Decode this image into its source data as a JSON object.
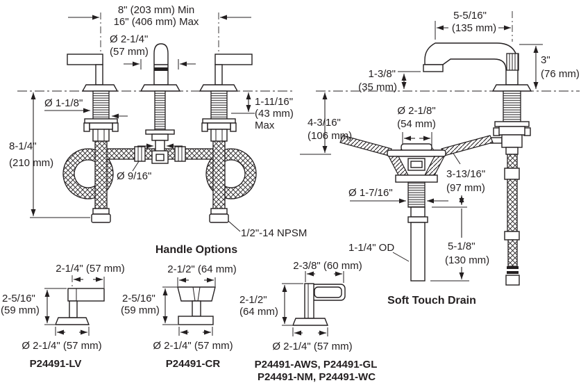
{
  "front_view": {
    "spread_min": "8\" (203 mm) Min",
    "spread_max": "16\" (406 mm) Max",
    "spout_dia_1": "Ø 2-1/4\"",
    "spout_dia_2": "(57 mm)",
    "shank_dia": "Ø 1-1/8\"",
    "deck_max_1": "1-11/16\"",
    "deck_max_2": "(43 mm)",
    "deck_max_3": "Max",
    "below_deck_1": "8-1/4\"",
    "below_deck_2": "(210 mm)",
    "supply_depth_1": "4-3/16\"",
    "supply_depth_2": "(106 mm)",
    "tee_dia": "Ø 9/16\"",
    "hose_thread": "1/2\"-14 NPSM"
  },
  "side_view": {
    "reach_1": "5-5/16\"",
    "reach_2": "(135 mm)",
    "tip_height_1": "1-3/8\"",
    "tip_height_2": "(35 mm)",
    "height_1": "3\"",
    "height_2": "(76 mm)"
  },
  "drain": {
    "flange_dia_1": "Ø 2-1/8\"",
    "flange_dia_2": "(54 mm)",
    "length_1": "3-13/16\"",
    "length_2": "(97 mm)",
    "thread_dia": "Ø 1-7/16\"",
    "tail_od": "1-1/4\" OD",
    "tail_len_1": "5-1/8\"",
    "tail_len_2": "(130 mm)",
    "caption": "Soft Touch Drain"
  },
  "handles": {
    "title": "Handle Options",
    "options": [
      {
        "width": "2-1/4\" (57 mm)",
        "height_1": "2-5/16\"",
        "height_2": "(59 mm)",
        "base_dia": "Ø 2-1/4\" (57 mm)",
        "model": "P24491-LV"
      },
      {
        "width": "2-1/2\" (64 mm)",
        "height_1": "2-5/16\"",
        "height_2": "(59 mm)",
        "base_dia": "Ø 2-1/4\" (57 mm)",
        "model": "P24491-CR"
      },
      {
        "width": "2-3/8\" (60 mm)",
        "height_1": "2-1/2\"",
        "height_2": "(64 mm)",
        "base_dia": "Ø 2-1/4\" (57 mm)",
        "model": "P24491-AWS, P24491-GL",
        "model2": "P24491-NM, P24491-WC"
      }
    ]
  },
  "colors": {
    "ink": "#231f20",
    "background": "#ffffff"
  }
}
